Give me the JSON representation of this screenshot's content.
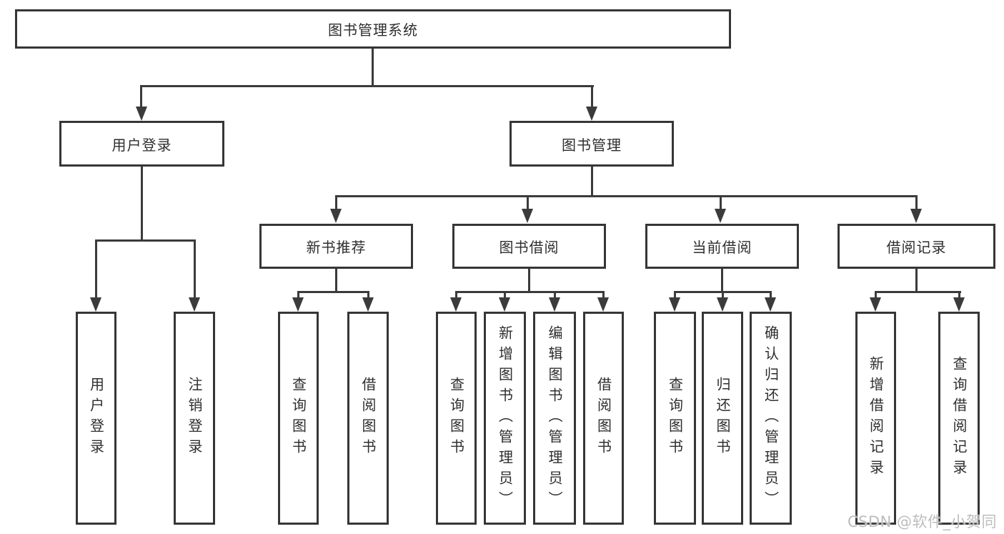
{
  "diagram_title": "图书管理系统",
  "colors": {
    "box_border": "#363636",
    "line": "#3b3b3b",
    "text": "#2e2e2e",
    "watermark": "#bdbdbd",
    "background": "#ffffff"
  },
  "tree": {
    "root": {
      "label": "图书管理系统"
    },
    "branches": [
      {
        "label": "用户登录",
        "children": [
          {
            "label": "用户登录"
          },
          {
            "label": "注销登录"
          }
        ]
      },
      {
        "label": "图书管理",
        "groups": [
          {
            "label": "新书推荐",
            "children": [
              {
                "label": "查询图书"
              },
              {
                "label": "借阅图书"
              }
            ]
          },
          {
            "label": "图书借阅",
            "children": [
              {
                "label": "查询图书"
              },
              {
                "label": "新增图书（管理员）"
              },
              {
                "label": "编辑图书（管理员）"
              },
              {
                "label": "借阅图书"
              }
            ]
          },
          {
            "label": "当前借阅",
            "children": [
              {
                "label": "查询图书"
              },
              {
                "label": "归还图书"
              },
              {
                "label": "确认归还（管理员）"
              }
            ]
          },
          {
            "label": "借阅记录",
            "children": [
              {
                "label": "新增借阅记录"
              },
              {
                "label": "查询借阅记录"
              }
            ]
          }
        ]
      }
    ]
  },
  "watermark": {
    "text": "CSDN @软件_小贺同学"
  }
}
